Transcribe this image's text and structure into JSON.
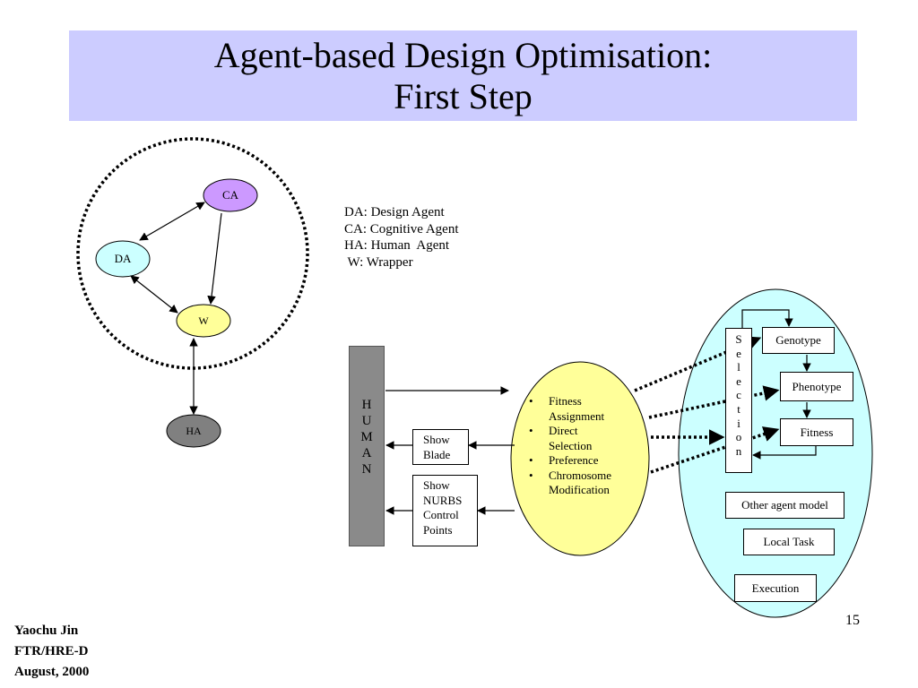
{
  "title": {
    "line1": "Agent-based Design Optimisation:",
    "line2": "First Step"
  },
  "agents": {
    "ca": "CA",
    "da": "DA",
    "w": "W",
    "ha": "HA"
  },
  "legend": [
    "DA: Design Agent",
    "CA: Cognitive Agent",
    "HA: Human  Agent",
    " W: Wrapper"
  ],
  "human_letters": [
    "H",
    "U",
    "M",
    "A",
    "N"
  ],
  "show_blade": [
    "Show",
    "Blade"
  ],
  "show_nurbs": [
    "Show",
    "NURBS",
    "Control",
    "Points"
  ],
  "bullets": [
    [
      "Fitness",
      "Assignment"
    ],
    [
      "Direct",
      "Selection"
    ],
    [
      "Preference"
    ],
    [
      "Chromosome",
      "Modification"
    ]
  ],
  "selection_letters": [
    "S",
    "e",
    "l",
    "e",
    "c",
    "t",
    "i",
    "o",
    "n"
  ],
  "agent_model": {
    "genotype": "Genotype",
    "phenotype": "Phenotype",
    "fitness": "Fitness",
    "other_agent_model": "Other agent model",
    "local_task": "Local Task",
    "execution": "Execution"
  },
  "footer": [
    "Yaochu Jin",
    "FTR/HRE-D",
    "August, 2000"
  ],
  "page_number": "15",
  "colors": {
    "title_bg": "#ccccff",
    "ca_fill": "#cc99ff",
    "da_fill": "#ccffff",
    "w_fill": "#ffff99",
    "ha_fill": "#808080",
    "human_fill": "#8a8a8a",
    "interaction_fill": "#ffff99",
    "agent_model_fill": "#ccffff"
  }
}
